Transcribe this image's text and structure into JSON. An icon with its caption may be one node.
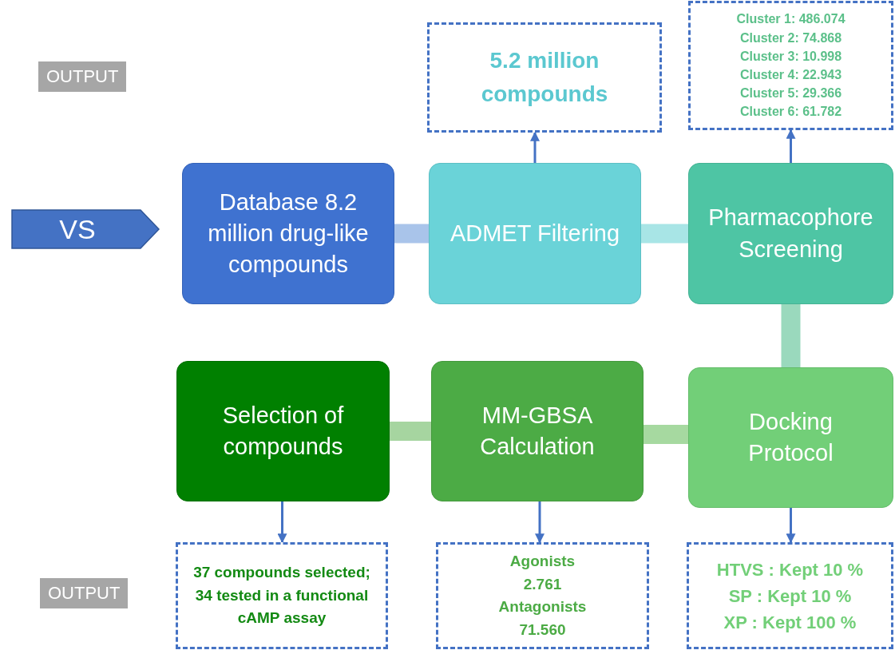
{
  "diagram": {
    "nodes": [
      {
        "text": [
          "VS"
        ]
      },
      {
        "text": [
          "Database 8.2 million drug-like compounds"
        ]
      },
      {
        "text": [
          "ADMET Filtering"
        ]
      },
      {
        "text": [
          "Pharmacophore Screening"
        ]
      },
      {
        "text": [
          "Selection of compounds"
        ]
      },
      {
        "text": [
          "MM-GBSA Calculation"
        ]
      },
      {
        "text": [
          "Docking Protocol"
        ]
      },
      {
        "text": [
          "5.2 million compounds"
        ]
      },
      {
        "text": [
          "Cluster 1: 486.074",
          "Cluster 2: 74.868",
          "Cluster 3: 10.998",
          "Cluster 4: 22.943",
          "Cluster 5: 29.366",
          "Cluster 6: 61.782"
        ]
      },
      {
        "text": [
          "37 compounds selected; 34 tested in a functional cAMP assay"
        ]
      },
      {
        "text": [
          "Agonists",
          "2.761",
          "Antagonists",
          "71.560"
        ]
      },
      {
        "text": [
          "HTVS : Kept 10 %",
          "SP : Kept 10 %",
          "XP : Kept 100 %"
        ]
      }
    ],
    "edges": [
      {
        "from": 1,
        "to": 2,
        "arrow": "none",
        "style": "thick",
        "color": "#a9c4ea"
      },
      {
        "from": 2,
        "to": 3,
        "arrow": "none",
        "style": "thick",
        "color": "#a8e5e6"
      },
      {
        "from": 3,
        "to": 6,
        "arrow": "none",
        "style": "thick",
        "color": "#9ad9bd"
      },
      {
        "from": 6,
        "to": 5,
        "arrow": "none",
        "style": "thick",
        "color": "#a6d9a0"
      },
      {
        "from": 5,
        "to": 4,
        "arrow": "none",
        "style": "thick",
        "color": "#a6d5a0"
      },
      {
        "from": 2,
        "to": 7,
        "arrow": "to"
      },
      {
        "from": 3,
        "to": 8,
        "arrow": "to"
      },
      {
        "from": 4,
        "to": 9,
        "arrow": "to"
      },
      {
        "from": 5,
        "to": 10,
        "arrow": "to"
      },
      {
        "from": 6,
        "to": 11,
        "arrow": "to"
      }
    ],
    "labels": [
      "OUTPUT",
      "OUTPUT"
    ]
  }
}
